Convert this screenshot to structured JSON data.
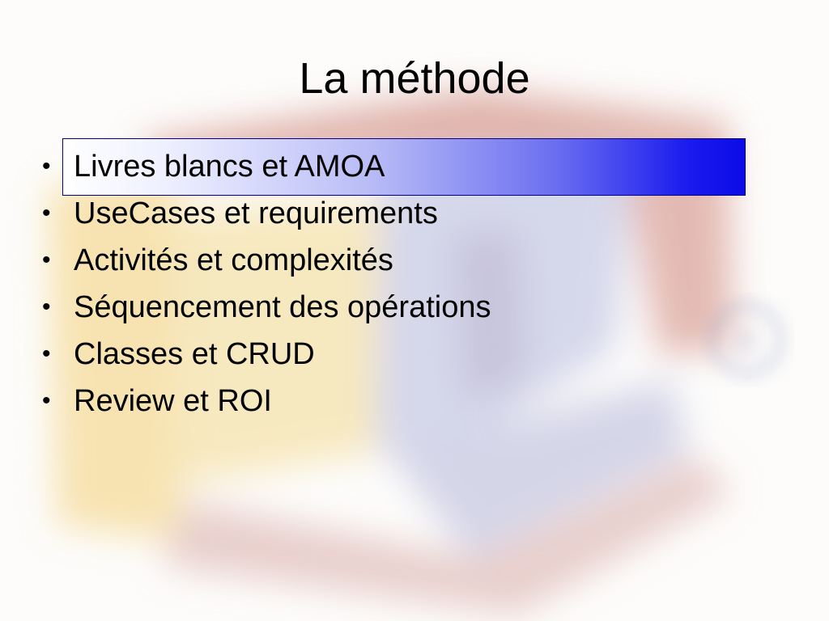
{
  "slide": {
    "title": "La méthode",
    "bullet_symbol": "•",
    "bullets": [
      "Livres blancs et AMOA",
      "UseCases et requirements",
      "Activités et complexités",
      "Séquencement des opérations",
      "Classes et CRUD",
      "Review et ROI"
    ],
    "highlighted_index": 0,
    "watermark_letter": "R"
  },
  "colors": {
    "highlight_start": "#ffffff",
    "highlight_end": "#0b0be6",
    "watermark_red": "#b86458",
    "watermark_yellow": "#f3cf74",
    "watermark_blue": "#aab0d8"
  }
}
